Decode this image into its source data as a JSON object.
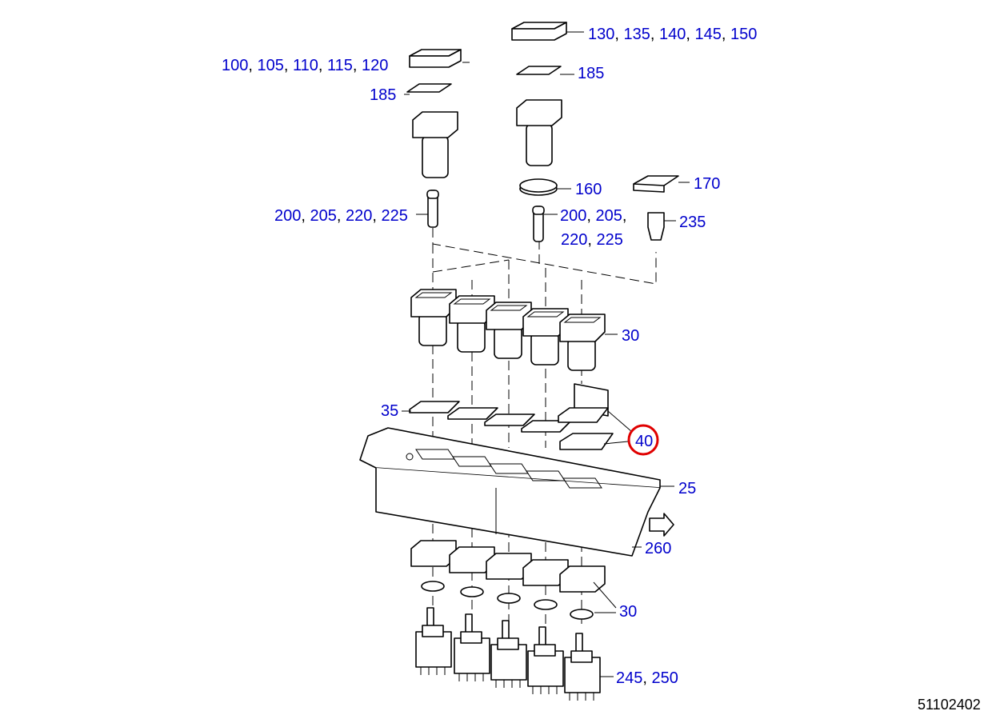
{
  "diagram": {
    "labels": [
      {
        "id": "caps-130",
        "numbers": [
          "130",
          "135",
          "140",
          "145",
          "150"
        ]
      },
      {
        "id": "caps-100",
        "numbers": [
          "100",
          "105",
          "110",
          "115",
          "120"
        ]
      },
      {
        "id": "lens-185-left",
        "numbers": [
          "185"
        ]
      },
      {
        "id": "lens-185-right",
        "numbers": [
          "185"
        ]
      },
      {
        "id": "ring-160",
        "numbers": [
          "160"
        ]
      },
      {
        "id": "cap-170",
        "numbers": [
          "170"
        ]
      },
      {
        "id": "bulb-200-left",
        "numbers": [
          "200",
          "205",
          "220",
          "225"
        ]
      },
      {
        "id": "bulb-200-right-a",
        "numbers": [
          "200",
          "205"
        ],
        "trailing_comma": true
      },
      {
        "id": "bulb-200-right-b",
        "numbers": [
          "220",
          "225"
        ]
      },
      {
        "id": "plug-235",
        "numbers": [
          "235"
        ]
      },
      {
        "id": "holder-30-top",
        "numbers": [
          "30"
        ]
      },
      {
        "id": "gasket-35",
        "numbers": [
          "35"
        ]
      },
      {
        "id": "cover-40",
        "numbers": [
          "40"
        ],
        "highlighted": true
      },
      {
        "id": "panel-25",
        "numbers": [
          "25"
        ]
      },
      {
        "id": "panel-260",
        "numbers": [
          "260"
        ]
      },
      {
        "id": "holder-30-bottom",
        "numbers": [
          "30"
        ]
      },
      {
        "id": "switch-245",
        "numbers": [
          "245",
          "250"
        ]
      }
    ],
    "document_number": "51102402",
    "highlight_color": "#e00000",
    "link_color": "#0000cc"
  }
}
